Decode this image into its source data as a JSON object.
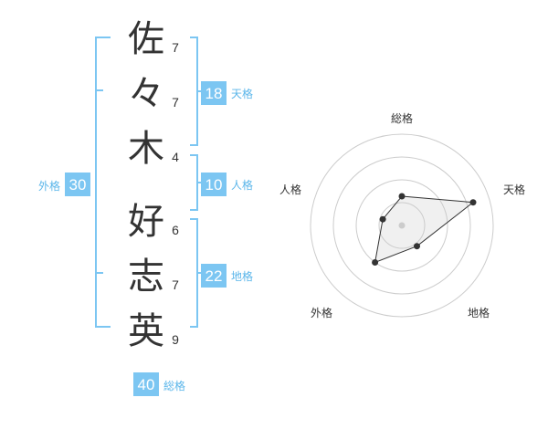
{
  "name": {
    "characters": [
      {
        "char": "佐",
        "strokes": "7"
      },
      {
        "char": "々",
        "strokes": "7"
      },
      {
        "char": "木",
        "strokes": "4"
      },
      {
        "char": "好",
        "strokes": "6"
      },
      {
        "char": "志",
        "strokes": "7"
      },
      {
        "char": "英",
        "strokes": "9"
      }
    ]
  },
  "fortune": {
    "tenkaku": {
      "value": "18",
      "label": "天格"
    },
    "jinkaku": {
      "value": "10",
      "label": "人格"
    },
    "chikaku": {
      "value": "22",
      "label": "地格"
    },
    "gaikaku": {
      "value": "30",
      "label": "外格"
    },
    "soukaku": {
      "value": "40",
      "label": "総格"
    }
  },
  "colors": {
    "accent": "#7cc6f2",
    "accent_text": "#5bb6ea",
    "text": "#333333",
    "ring": "#cccccc"
  },
  "chart_data": {
    "type": "radar",
    "axes": [
      "総格",
      "天格",
      "地格",
      "外格",
      "人格"
    ],
    "values": [
      1.6,
      4.1,
      1.4,
      2.5,
      1.1
    ],
    "r_max": 5,
    "rings": 4
  }
}
